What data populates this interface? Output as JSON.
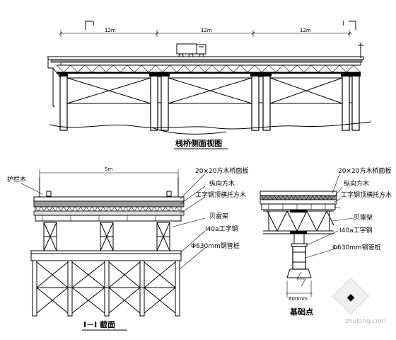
{
  "elevation": {
    "section_mark": "I",
    "spans": [
      "12m",
      "12m",
      "12m"
    ],
    "caption": "栈桥侧面视图"
  },
  "section": {
    "guardrail_label": "护栏木",
    "width_label": "5m",
    "labels": [
      "20×20方木桥面板",
      "纵向方木",
      "工字钢顶横托方木",
      "贝雷架",
      "I40a工字钢",
      "Φ630mm钢管桩"
    ],
    "caption": "I－I 截面"
  },
  "detail": {
    "labels": [
      "20×20方木桥面板",
      "纵向方木",
      "工字钢顶横托方木",
      "贝雷架",
      "I40a工字钢",
      "Φ630mm钢管桩"
    ],
    "dim_label": "600mm",
    "caption": "基础点"
  },
  "watermark": {
    "text": "zhulong.com"
  }
}
